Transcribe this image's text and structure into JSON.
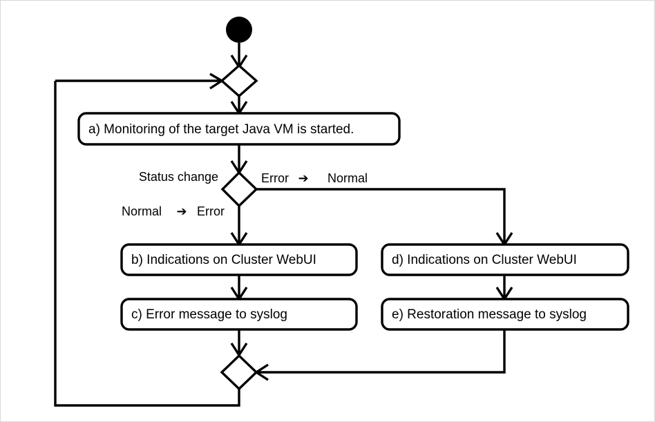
{
  "diagram": {
    "type": "uml-activity-diagram",
    "title": "JVM monitoring status-change activity flow",
    "background_color": "#ffffff",
    "line_color": "#000000",
    "border_color": "#d8d8d8",
    "nodes": {
      "start": {
        "name": "start-node",
        "shape": "filled-circle"
      },
      "merge_top": {
        "name": "merge-node-top",
        "shape": "diamond"
      },
      "activity_a": {
        "name": "activity-a",
        "shape": "rounded-rect",
        "label": "a) Monitoring of the target Java VM is started."
      },
      "decision": {
        "name": "decision-node-status-change",
        "shape": "diamond"
      },
      "activity_b": {
        "name": "activity-b",
        "shape": "rounded-rect",
        "label": "b) Indications on Cluster WebUI"
      },
      "activity_c": {
        "name": "activity-c",
        "shape": "rounded-rect",
        "label": "c) Error message to syslog"
      },
      "activity_d": {
        "name": "activity-d",
        "shape": "rounded-rect",
        "label": "d) Indications on Cluster WebUI"
      },
      "activity_e": {
        "name": "activity-e",
        "shape": "rounded-rect",
        "label": "e) Restoration message to syslog"
      },
      "merge_bottom": {
        "name": "merge-node-bottom",
        "shape": "diamond"
      }
    },
    "edge_labels": {
      "decision_title": "Status change",
      "branch_right_from": "Error",
      "branch_right_arrow": "➔",
      "branch_right_to": "Normal",
      "branch_down_from": "Normal",
      "branch_down_arrow": "➔",
      "branch_down_to": "Error"
    }
  }
}
